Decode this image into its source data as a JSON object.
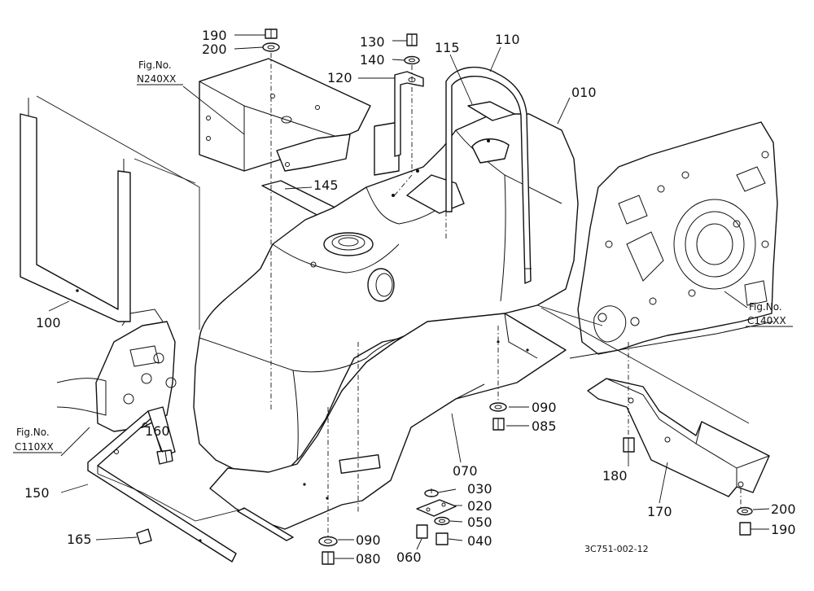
{
  "callouts": {
    "c010": "010",
    "c020": "020",
    "c030": "030",
    "c040": "040",
    "c050": "050",
    "c060": "060",
    "c070": "070",
    "c080": "080",
    "c085": "085",
    "c090a": "090",
    "c090b": "090",
    "c100": "100",
    "c110": "110",
    "c115": "115",
    "c120": "120",
    "c130": "130",
    "c140": "140",
    "c145": "145",
    "c150": "150",
    "c160": "160",
    "c165": "165",
    "c170": "170",
    "c180": "180",
    "c190a": "190",
    "c190b": "190",
    "c200a": "200",
    "c200b": "200"
  },
  "figure_refs": {
    "n240_fig": "Fig.No.",
    "n240_code": "N240XX",
    "c140_fig": "Fig.No.",
    "c140_code": "C140XX",
    "c110_fig": "Fig.No.",
    "c110_code": "C110XX"
  },
  "drawing_code": "3C751-002-12"
}
